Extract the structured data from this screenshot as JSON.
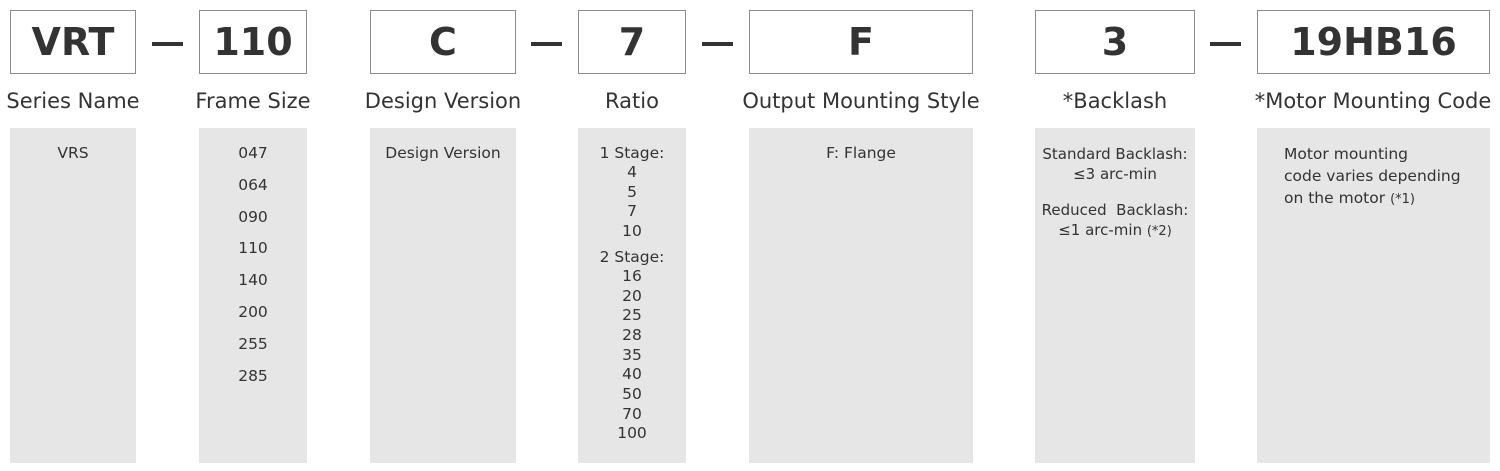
{
  "codes": {
    "series": "VRT",
    "frame": "110",
    "design": "C",
    "ratio": "7",
    "output": "F",
    "backlash": "3",
    "motor": "19HB16"
  },
  "labels": {
    "series": "Series Name",
    "frame": "Frame Size",
    "design": "Design Version",
    "ratio": "Ratio",
    "output": "Output Mounting Style",
    "backlash": "*Backlash",
    "motor": "*Motor Mounting Code"
  },
  "panels": {
    "series": "VRS",
    "frame_sizes": [
      "047",
      "064",
      "090",
      "110",
      "140",
      "200",
      "255",
      "285"
    ],
    "design": "Design Version",
    "ratio": {
      "stage1_label": "1 Stage:",
      "stage1_values": [
        "4",
        "5",
        "7",
        "10"
      ],
      "stage2_label": "2 Stage:",
      "stage2_values": [
        "16",
        "20",
        "25",
        "28",
        "35",
        "40",
        "50",
        "70",
        "100"
      ]
    },
    "output": "F: Flange",
    "backlash": {
      "standard_label": "Standard Backlash:",
      "standard_value": "≤3 arc-min",
      "reduced_label": "Reduced  Backlash:",
      "reduced_value": "≤1 arc-min",
      "reduced_note": "(*2)"
    },
    "motor": {
      "line1": "Motor mounting",
      "line2": "code varies depending",
      "line3": "on the motor",
      "note": "(*1)"
    }
  }
}
